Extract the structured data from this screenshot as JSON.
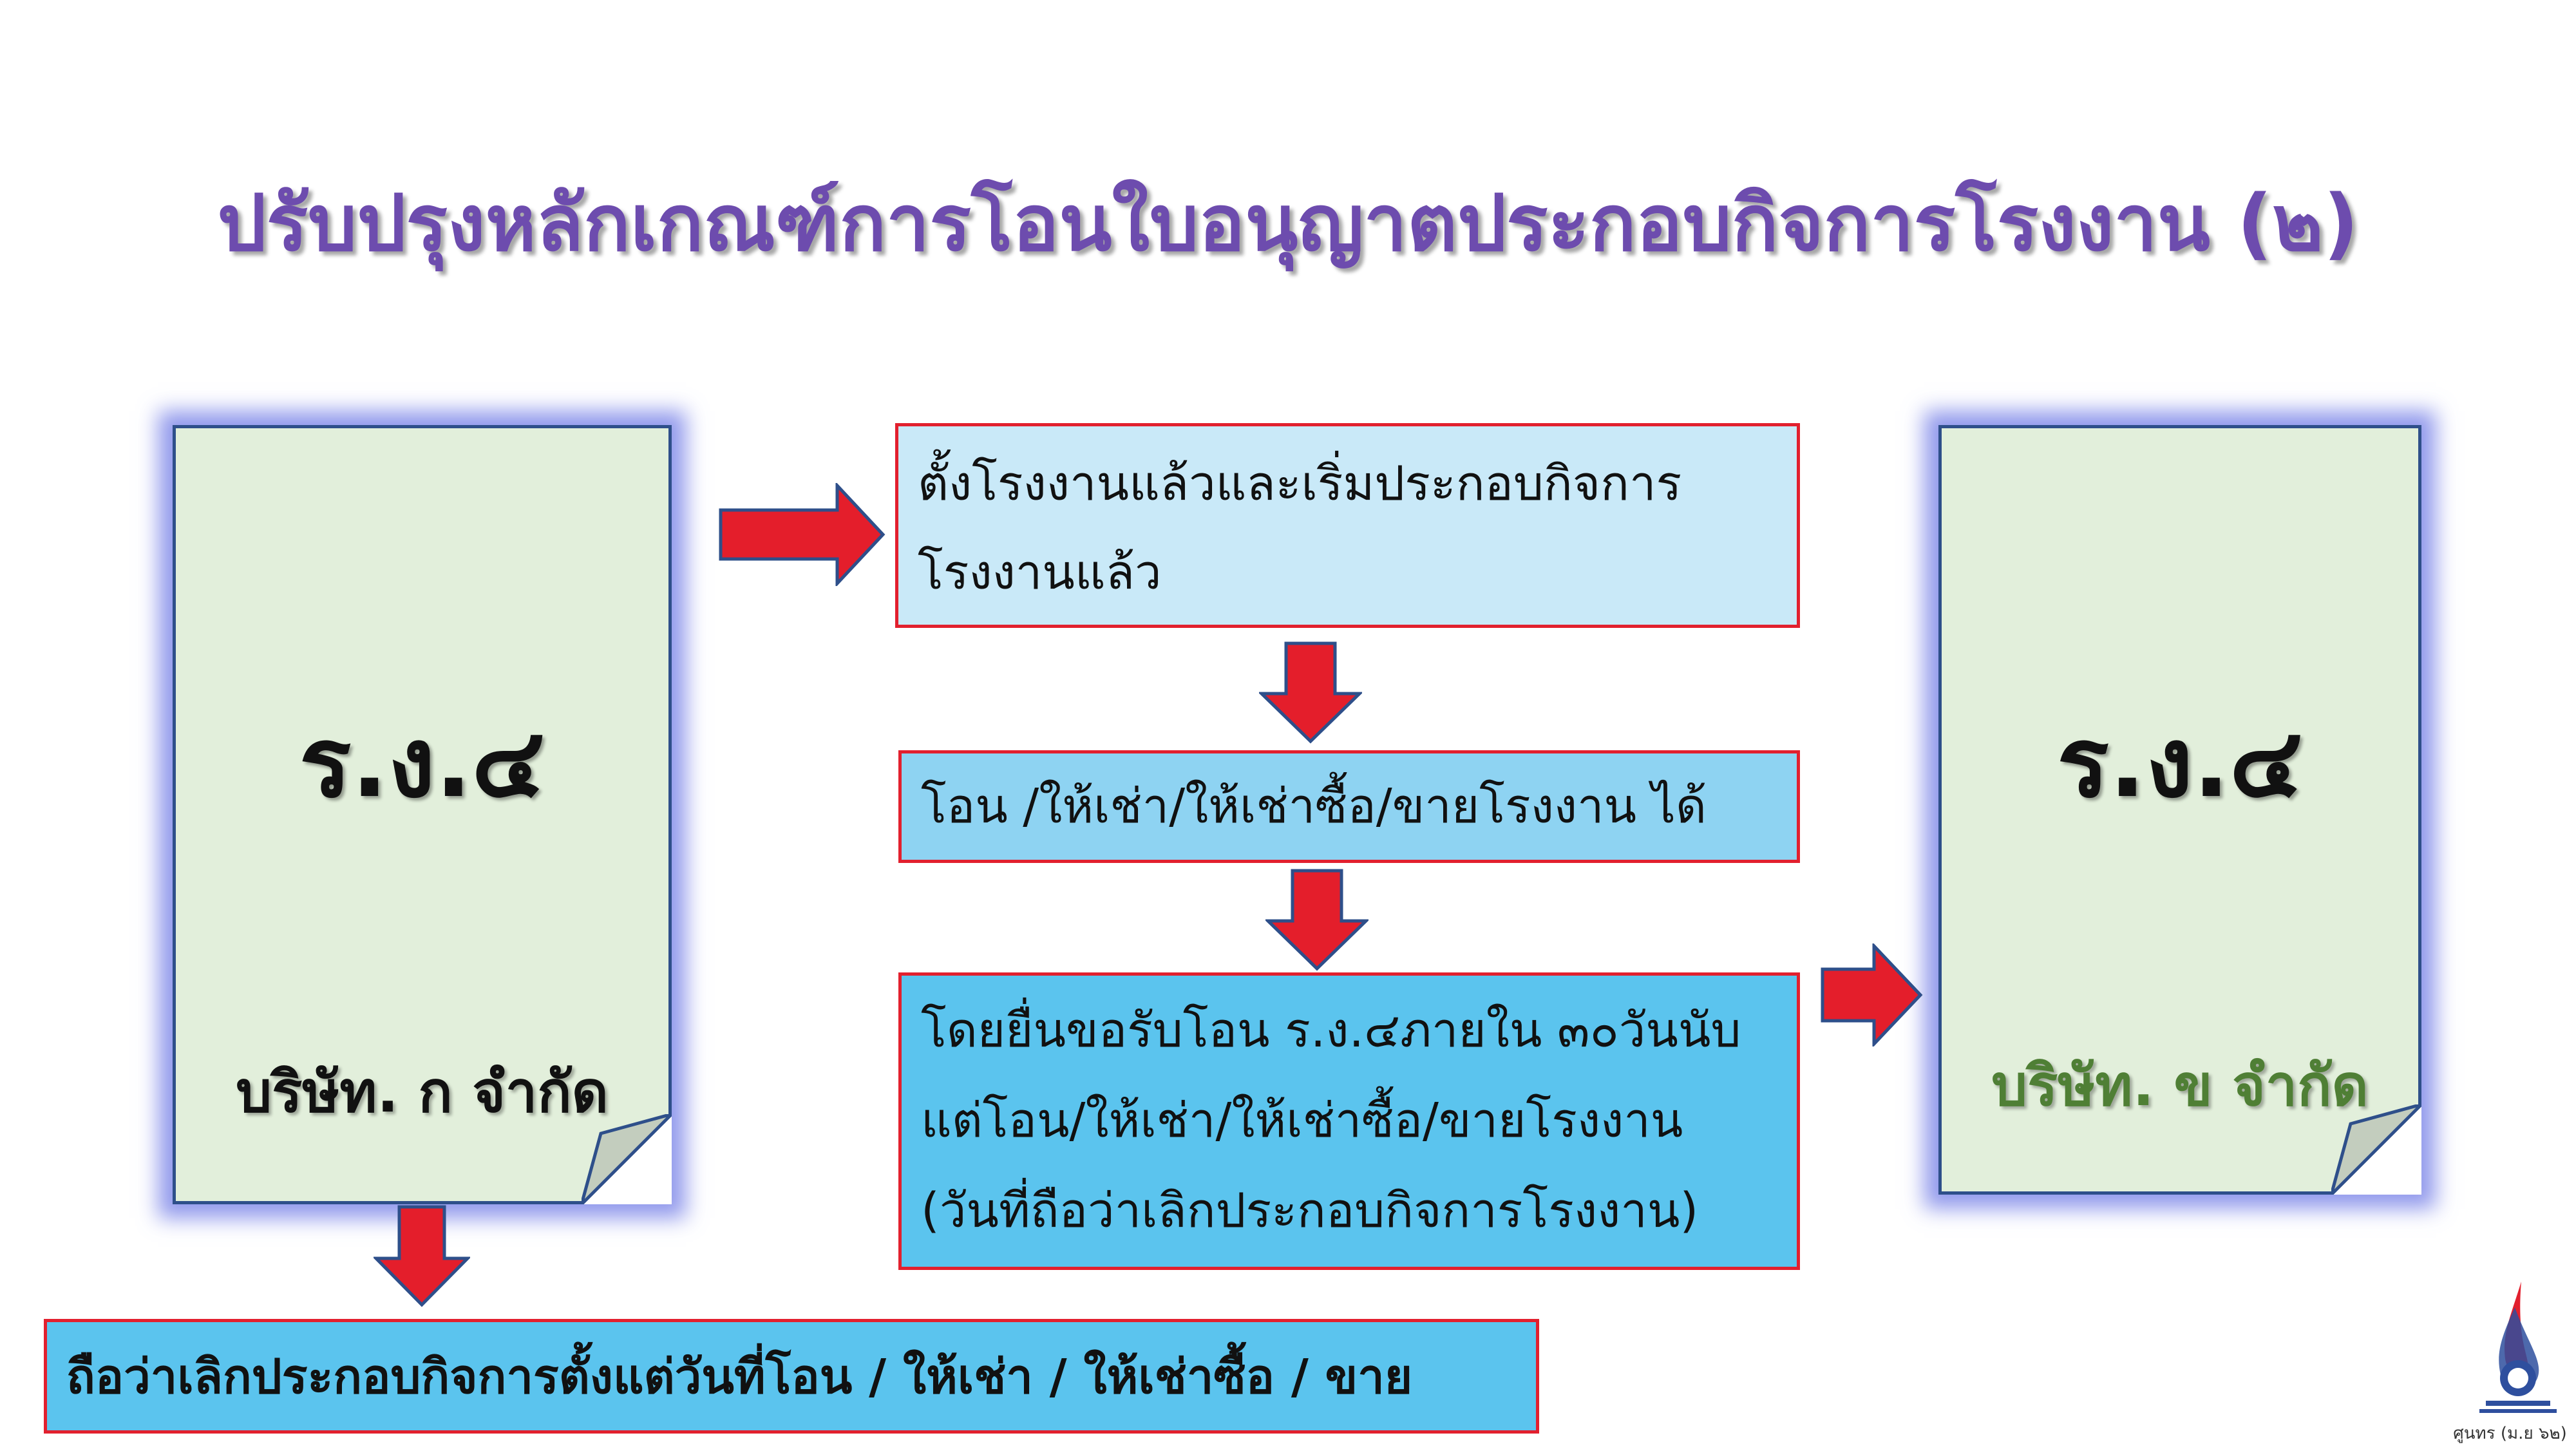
{
  "title": "ปรับปรุงหลักเกณฑ์การโอนใบอนุญาตประกอบกิจการโรงงาน (๒)",
  "left_doc": {
    "code": "ร.ง.๔",
    "company": "บริษัท. ก จำกัด"
  },
  "right_doc": {
    "code": "ร.ง.๔",
    "company": "บริษัท. ข จำกัด"
  },
  "flow": {
    "step1": [
      "ตั้งโรงงานแล้วและเริ่มประกอบกิจการ",
      "โรงงานแล้ว"
    ],
    "step2": "โอน /ให้เช่า/ให้เช่าซื้อ/ขายโรงงาน ได้",
    "step3": [
      "โดยยื่นขอรับโอน ร.ง.๔ภายใน ๓๐วันนับ",
      "แต่โอน/ให้เช่า/ให้เช่าซื้อ/ขายโรงงาน",
      "(วันที่ถือว่าเลิกประกอบกิจการโรงงาน)"
    ]
  },
  "bottom_note": "ถือว่าเลิกประกอบกิจการตั้งแต่วันที่โอน / ให้เช่า / ให้เช่าซื้อ / ขาย",
  "footer": {
    "logo_icon": "department-of-industrial-works-logo",
    "credit": "ศูนทร (ม.ย ๖๒)"
  },
  "colors": {
    "title": "#6d4cae",
    "doc_fill": "#e2efdb",
    "doc_border": "#2e4f8a",
    "doc_glow": "#6e78e6",
    "box1_fill": "#c9e9f8",
    "box2_fill": "#8ed3f2",
    "box3_fill": "#5bc4ee",
    "bottom_fill": "#5bc4ee",
    "box_border": "#e2202e",
    "arrow_fill": "#e41e2b",
    "arrow_stroke": "#2e4f8a",
    "company_right": "#4f7f35"
  }
}
